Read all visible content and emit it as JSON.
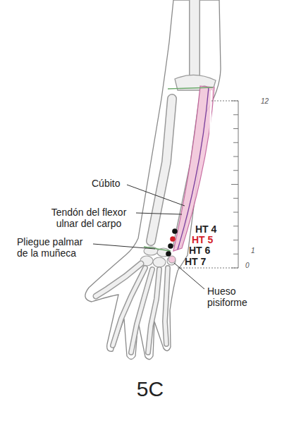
{
  "diagram": {
    "caption": "5C",
    "labels": [
      "Cúbito",
      "Tendón del flexor ulnar del carpo",
      "Pliegue palmar de la muñeca",
      "HT 4",
      "HT 5",
      "HT 6",
      "HT 7",
      "Hueso pisiforme",
      "12",
      "1",
      "0"
    ]
  }
}
